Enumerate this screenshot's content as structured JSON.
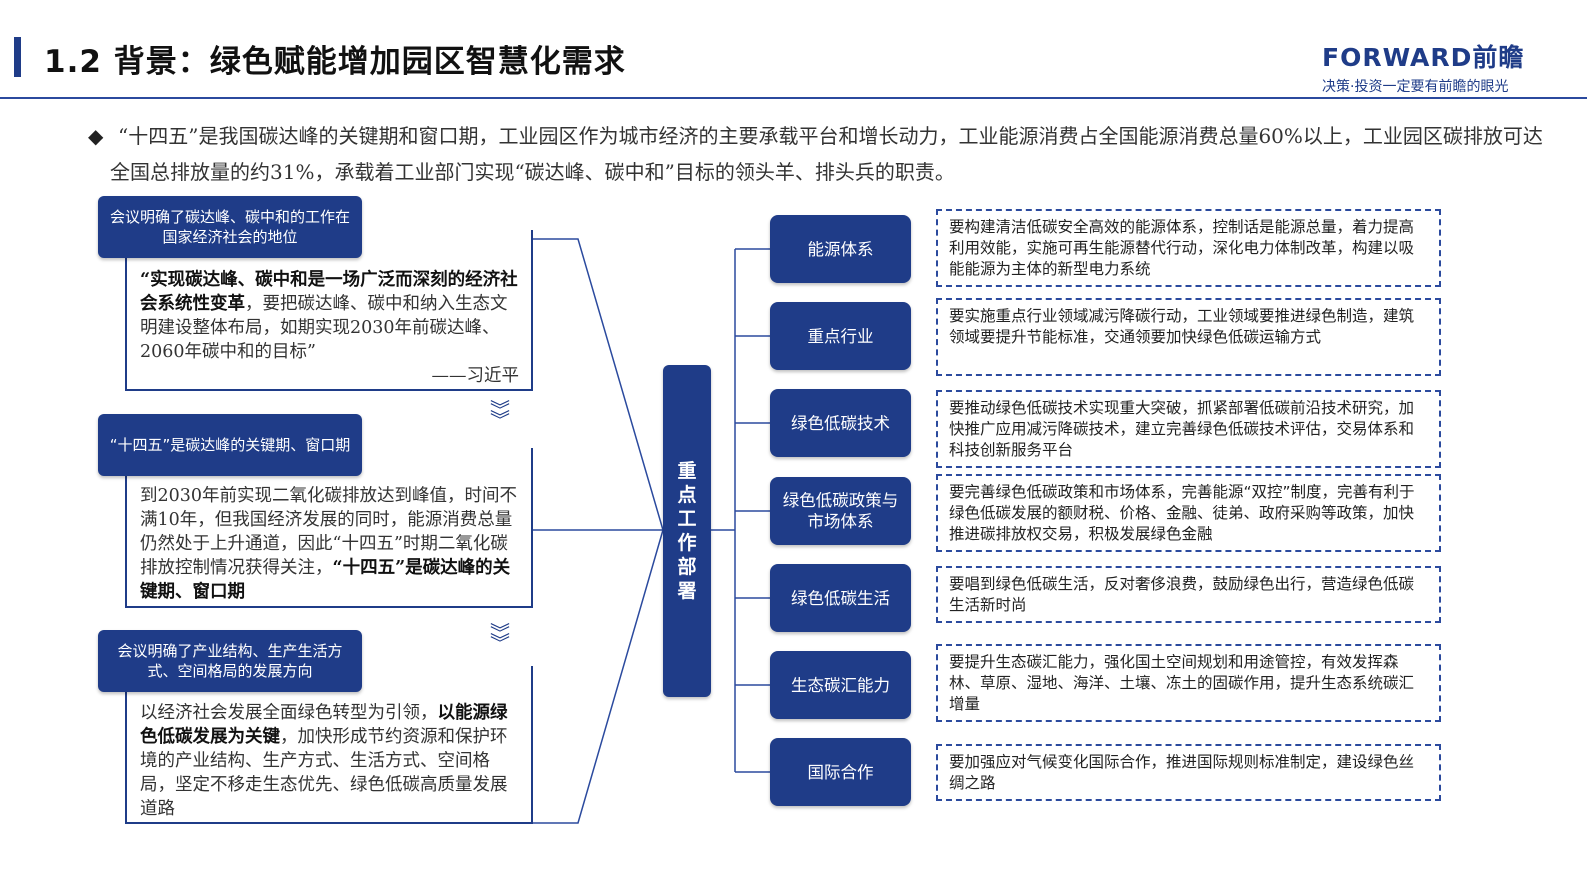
{
  "header": {
    "title": "1.2  背景：绿色赋能增加园区智慧化需求",
    "logo_main": "FORWARD前瞻",
    "logo_sub": "决策·投资一定要有前瞻的眼光"
  },
  "intro": {
    "bullet": "◆",
    "text": "“十四五”是我国碳达峰的关键期和窗口期，工业园区作为城市经济的主要承载平台和增长动力，工业能源消费占全国能源消费总量60%以上，工业园区碳排放可达全国总排放量的约31%，承载着工业部门实现“碳达峰、碳中和”目标的领头羊、排头兵的职责。"
  },
  "left": {
    "block1": {
      "tag": "会议明确了碳达峰、碳中和的工作在国家经济社会的地位",
      "bold": "“实现碳达峰、碳中和是一场广泛而深刻的经济社会系统性变革",
      "text": "，要把碳达峰、碳中和纳入生态文明建设整体布局，如期实现2030年前碳达峰、2060年碳中和的目标”",
      "signature": "——习近平"
    },
    "block2": {
      "tag": "“十四五”是碳达峰的关键期、窗口期",
      "text": "到2030年前实现二氧化碳排放达到峰值，时间不满10年，但我国经济发展的同时，能源消费总量仍然处于上升通道，因此“十四五”时期二氧化碳排放控制情况获得关注，",
      "bold": "“十四五”是碳达峰的关键期、窗口期"
    },
    "block3": {
      "tag": "会议明确了产业结构、生产生活方式、空间格局的发展方向",
      "text1": "以经济社会发展全面绿色转型为引领，",
      "bold": "以能源绿色低碳发展为关键",
      "text2": "，加快形成节约资源和保护环境的产业结构、生产方式、生活方式、空间格局，坚定不移走生态优先、绿色低碳高质量发展道路"
    },
    "chevron": "︾"
  },
  "center": {
    "label": "重点工作部署"
  },
  "categories": [
    {
      "label": "能源体系",
      "desc": "要构建清洁低碳安全高效的能源体系，控制话是能源总量，着力提高利用效能，实施可再生能源替代行动，深化电力体制改革，构建以吸能能源为主体的新型电力系统"
    },
    {
      "label": "重点行业",
      "desc": "要实施重点行业领域减污降碳行动，工业领域要推进绿色制造，建筑领域要提升节能标准，交通领要加快绿色低碳运输方式"
    },
    {
      "label": "绿色低碳技术",
      "desc": "要推动绿色低碳技术实现重大突破，抓紧部署低碳前沿技术研究，加快推广应用减污降碳技术，建立完善绿色低碳技术评估，交易体系和科技创新服务平台"
    },
    {
      "label": "绿色低碳政策与市场体系",
      "desc": "要完善绿色低碳政策和市场体系，完善能源“双控”制度，完善有利于绿色低碳发展的额财税、价格、金融、徒弟、政府采购等政策，加快推进碳排放权交易，积极发展绿色金融"
    },
    {
      "label": "绿色低碳生活",
      "desc": "要唱到绿色低碳生活，反对奢侈浪费，鼓励绿色出行，营造绿色低碳生活新时尚"
    },
    {
      "label": "生态碳汇能力",
      "desc": "要提升生态碳汇能力，强化国土空间规划和用途管控，有效发挥森林、草原、湿地、海洋、土壤、冻土的固碳作用，提升生态系统碳汇增量"
    },
    {
      "label": "国际合作",
      "desc": "要加强应对气候变化国际合作，推进国际规则标准制定，建设绿色丝绸之路"
    }
  ]
}
